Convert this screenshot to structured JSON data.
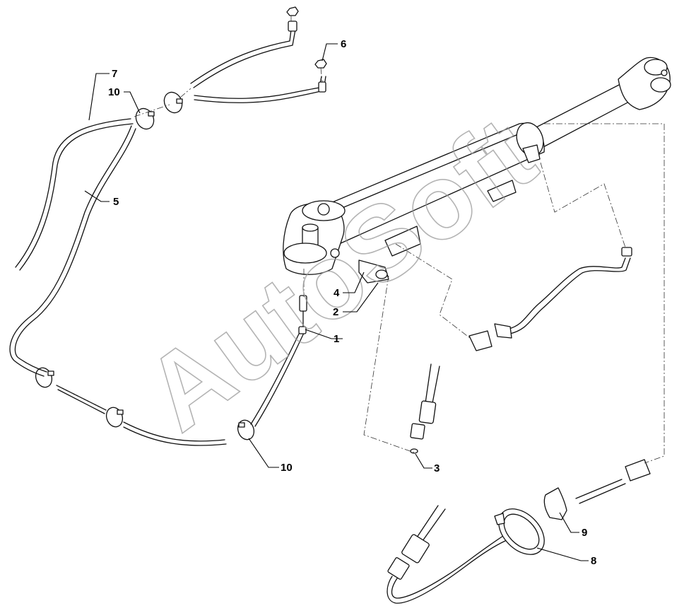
{
  "watermark": "AutoSoft",
  "callouts": [
    {
      "label": "1"
    },
    {
      "label": "2"
    },
    {
      "label": "3"
    },
    {
      "label": "4"
    },
    {
      "label": "5"
    },
    {
      "label": "6"
    },
    {
      "label": "7"
    },
    {
      "label": "8"
    },
    {
      "label": "9"
    },
    {
      "label": "10"
    },
    {
      "label": "10"
    }
  ]
}
